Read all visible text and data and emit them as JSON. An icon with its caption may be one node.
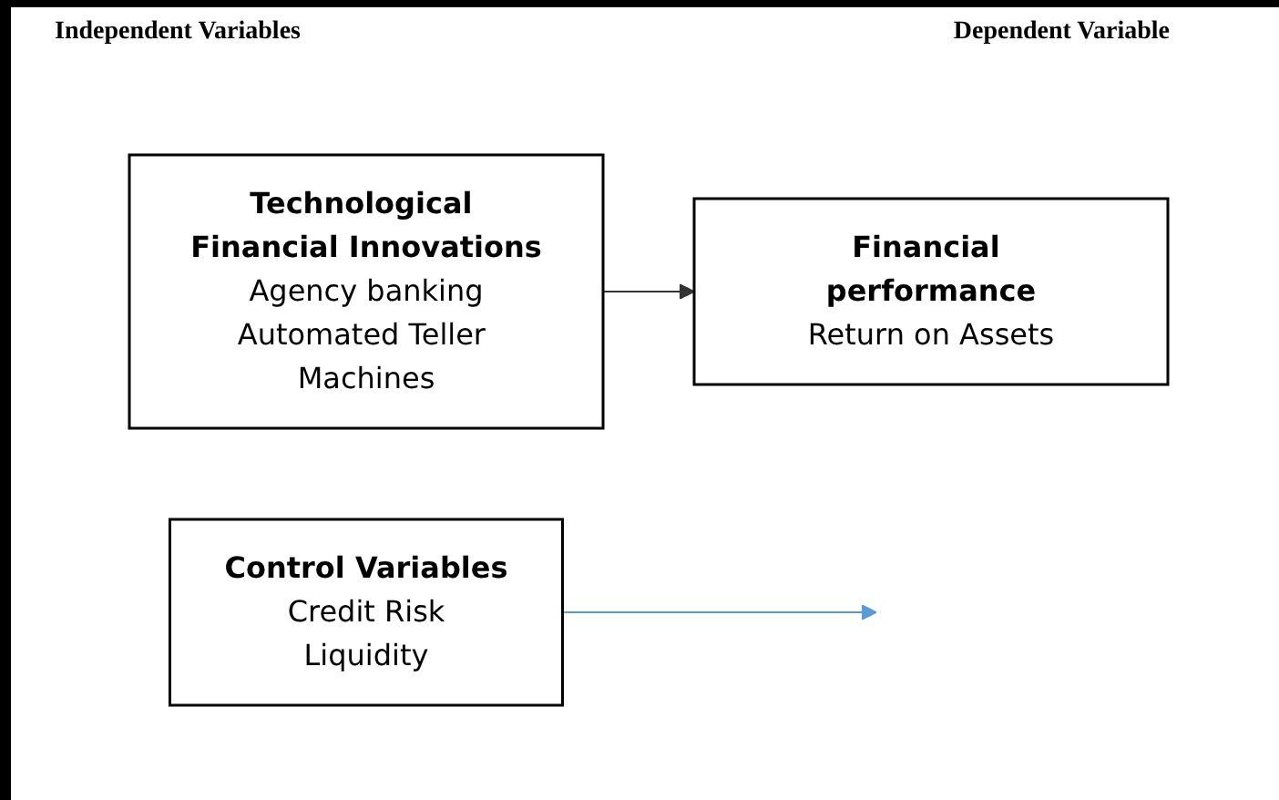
{
  "diagram": {
    "nodes": [
      {
        "text": [
          "Technological Financial Innovations",
          "Agency banking",
          "Automated Teller Machines"
        ]
      },
      {
        "text": [
          "Financial performance",
          "Return on Assets"
        ]
      },
      {
        "text": [
          "Control Variables",
          "Credit Risk",
          "Liquidity"
        ]
      }
    ],
    "edges": [
      {
        "from": 0,
        "to": 1,
        "arrow": "to"
      },
      {
        "from": 2,
        "to": null,
        "arrow": "to",
        "color": "#5b9bd5"
      }
    ],
    "labels": [
      "Independent Variables",
      "Dependent Variable"
    ]
  }
}
